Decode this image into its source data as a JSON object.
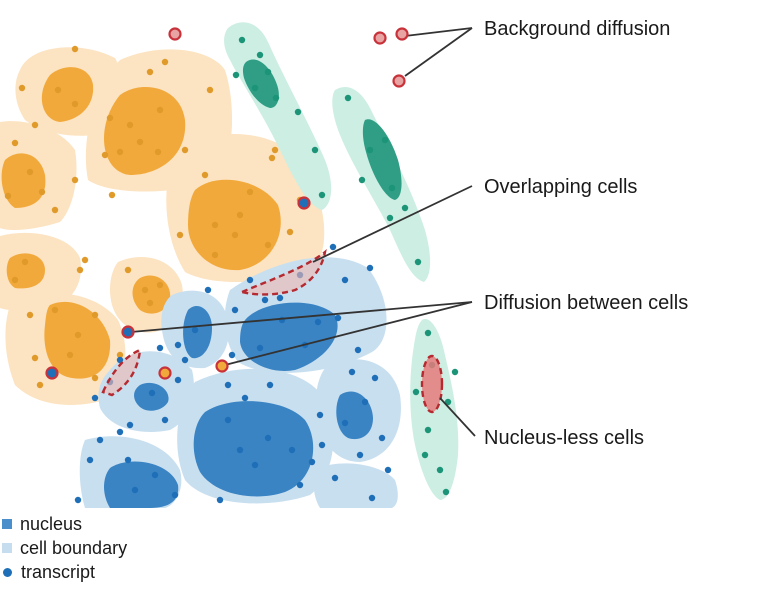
{
  "callouts": {
    "background_diffusion": "Background diffusion",
    "overlapping_cells": "Overlapping cells",
    "diffusion_between_cells": "Diffusion between cells",
    "nucleus_less_cells": "Nucleus-less cells"
  },
  "legend": {
    "nucleus": "nucleus",
    "cell_boundary": "cell boundary",
    "transcript": "transcript"
  },
  "colors": {
    "orange_cell": "#fce3c1",
    "orange_nucleus": "#f2a93b",
    "orange_transcript": "#e09a2a",
    "blue_cell": "#c8dff0",
    "blue_nucleus": "#3a84c4",
    "blue_transcript": "#1f6fb8",
    "green_cell": "#cdeee3",
    "green_nucleus": "#2f9e84",
    "green_transcript": "#1b9478",
    "highlight_ring": "#c8323a",
    "legend_nucleus": "#4a8fcc",
    "legend_boundary": "#c6dcef",
    "legend_transcript": "#1f6fb8"
  }
}
